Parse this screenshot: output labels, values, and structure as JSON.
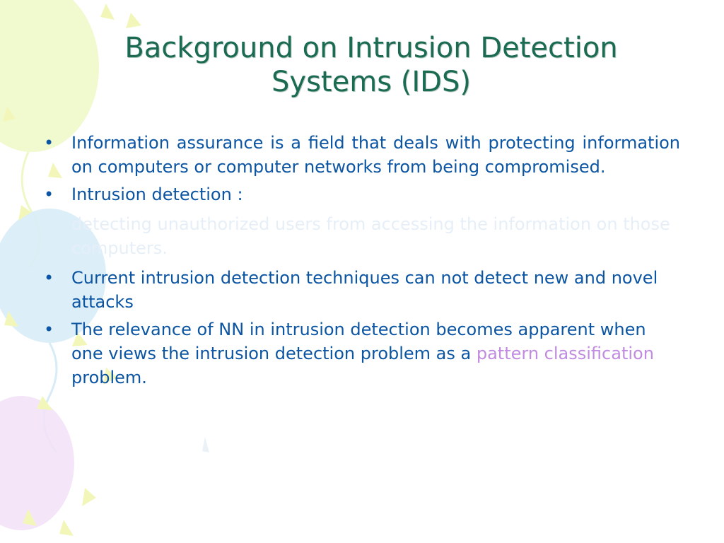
{
  "slide": {
    "title": "Background on Intrusion Detection Systems (IDS)",
    "bullet_symbol": "•",
    "bullets": [
      {
        "text": "Information assurance is a field that deals with protecting information on computers or computer networks from being compromised."
      },
      {
        "text": "Intrusion detection :",
        "subtext": "detecting unauthorized users from accessing the information on those computers."
      },
      {
        "text": "Current intrusion detection techniques can not detect new and novel attacks"
      },
      {
        "text_before": "The relevance of NN in intrusion detection becomes apparent when one views the intrusion detection problem as a ",
        "highlight": "pattern classification",
        "text_after": " problem."
      }
    ],
    "colors": {
      "title": "#1b6b52",
      "body": "#0b55a3",
      "highlight": "#c08be0",
      "faded_text": "#e6eff7",
      "balloon_yellow": "#eef8c6",
      "balloon_blue": "#d8ecf7",
      "balloon_pink": "#f3e2f7"
    }
  }
}
